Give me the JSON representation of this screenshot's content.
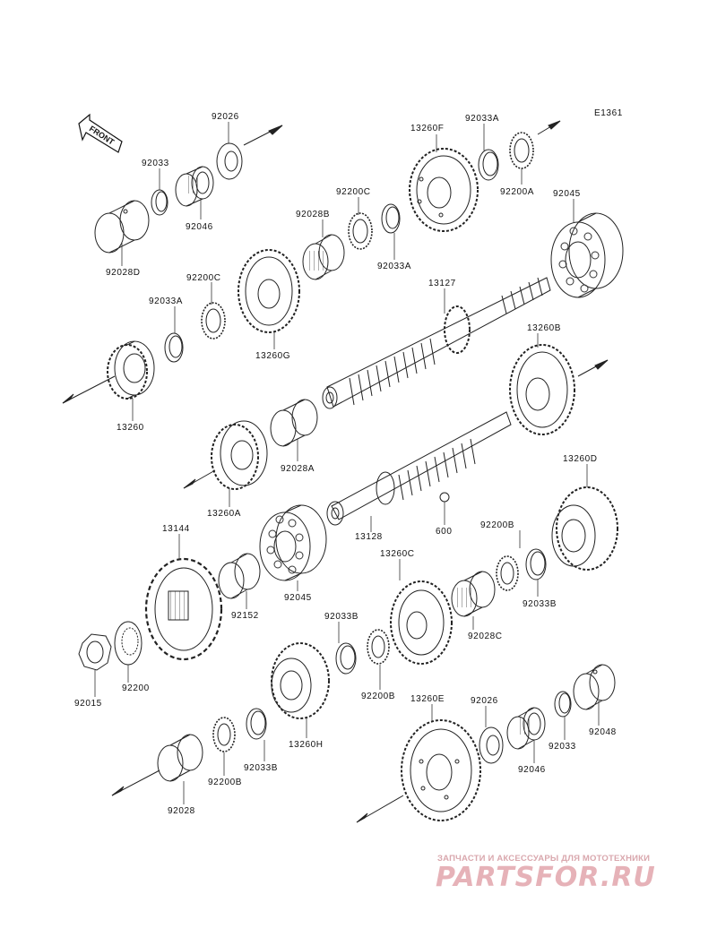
{
  "diagram": {
    "code": "E1361",
    "front_label": "FRONT",
    "labels": [
      {
        "id": "92026-top",
        "text": "92026"
      },
      {
        "id": "92033-top",
        "text": "92033"
      },
      {
        "id": "92046-top",
        "text": "92046"
      },
      {
        "id": "92028D",
        "text": "92028D"
      },
      {
        "id": "13260F",
        "text": "13260F"
      },
      {
        "id": "92033A-top",
        "text": "92033A"
      },
      {
        "id": "92200A",
        "text": "92200A"
      },
      {
        "id": "92045-top",
        "text": "92045"
      },
      {
        "id": "92200C-top",
        "text": "92200C"
      },
      {
        "id": "92028B",
        "text": "92028B"
      },
      {
        "id": "92033A-mid",
        "text": "92033A"
      },
      {
        "id": "92033A-left",
        "text": "92033A"
      },
      {
        "id": "92200C-left",
        "text": "92200C"
      },
      {
        "id": "13260G",
        "text": "13260G"
      },
      {
        "id": "13127",
        "text": "13127"
      },
      {
        "id": "13260",
        "text": "13260"
      },
      {
        "id": "13260B",
        "text": "13260B"
      },
      {
        "id": "92028A",
        "text": "92028A"
      },
      {
        "id": "13260A",
        "text": "13260A"
      },
      {
        "id": "13128",
        "text": "13128"
      },
      {
        "id": "600",
        "text": "600"
      },
      {
        "id": "13260D",
        "text": "13260D"
      },
      {
        "id": "92200B-right",
        "text": "92200B"
      },
      {
        "id": "92033B-right",
        "text": "92033B"
      },
      {
        "id": "13144",
        "text": "13144"
      },
      {
        "id": "92045-mid",
        "text": "92045"
      },
      {
        "id": "92152",
        "text": "92152"
      },
      {
        "id": "13260C",
        "text": "13260C"
      },
      {
        "id": "92028C",
        "text": "92028C"
      },
      {
        "id": "92015",
        "text": "92015"
      },
      {
        "id": "92200",
        "text": "92200"
      },
      {
        "id": "92033B-mid",
        "text": "92033B"
      },
      {
        "id": "92200B-mid",
        "text": "92200B"
      },
      {
        "id": "13260H",
        "text": "13260H"
      },
      {
        "id": "92200B-low",
        "text": "92200B"
      },
      {
        "id": "92033B-low",
        "text": "92033B"
      },
      {
        "id": "92028",
        "text": "92028"
      },
      {
        "id": "13260E",
        "text": "13260E"
      },
      {
        "id": "92026-low",
        "text": "92026"
      },
      {
        "id": "92046-low",
        "text": "92046"
      },
      {
        "id": "92033-low",
        "text": "92033"
      },
      {
        "id": "92048",
        "text": "92048"
      }
    ]
  },
  "watermark": {
    "tagline": "ЗАПЧАСТИ И АКСЕССУАРЫ ДЛЯ МОТОТЕХНИКИ",
    "brand": "PARTSFOR.RU",
    "color": "#e6b2b8"
  }
}
